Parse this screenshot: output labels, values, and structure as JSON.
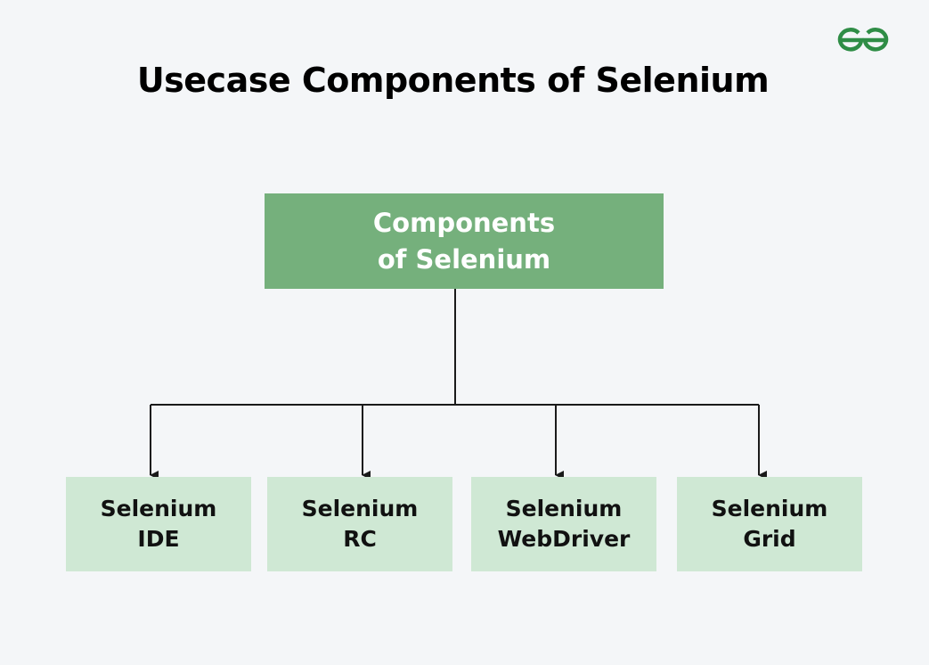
{
  "header": {
    "title": "Usecase Components of Selenium",
    "logo_icon": "geeksforgeeks-logo-icon",
    "logo_color": "#2f8d46"
  },
  "diagram": {
    "root": {
      "line1": "Components",
      "line2": "of Selenium",
      "color": "#75b07c"
    },
    "children": [
      {
        "line1": "Selenium",
        "line2": "IDE"
      },
      {
        "line1": "Selenium",
        "line2": "RC"
      },
      {
        "line1": "Selenium",
        "line2": "WebDriver"
      },
      {
        "line1": "Selenium",
        "line2": "Grid"
      }
    ],
    "child_color": "#cfe8d4",
    "connector_color": "#1a1a1a"
  }
}
